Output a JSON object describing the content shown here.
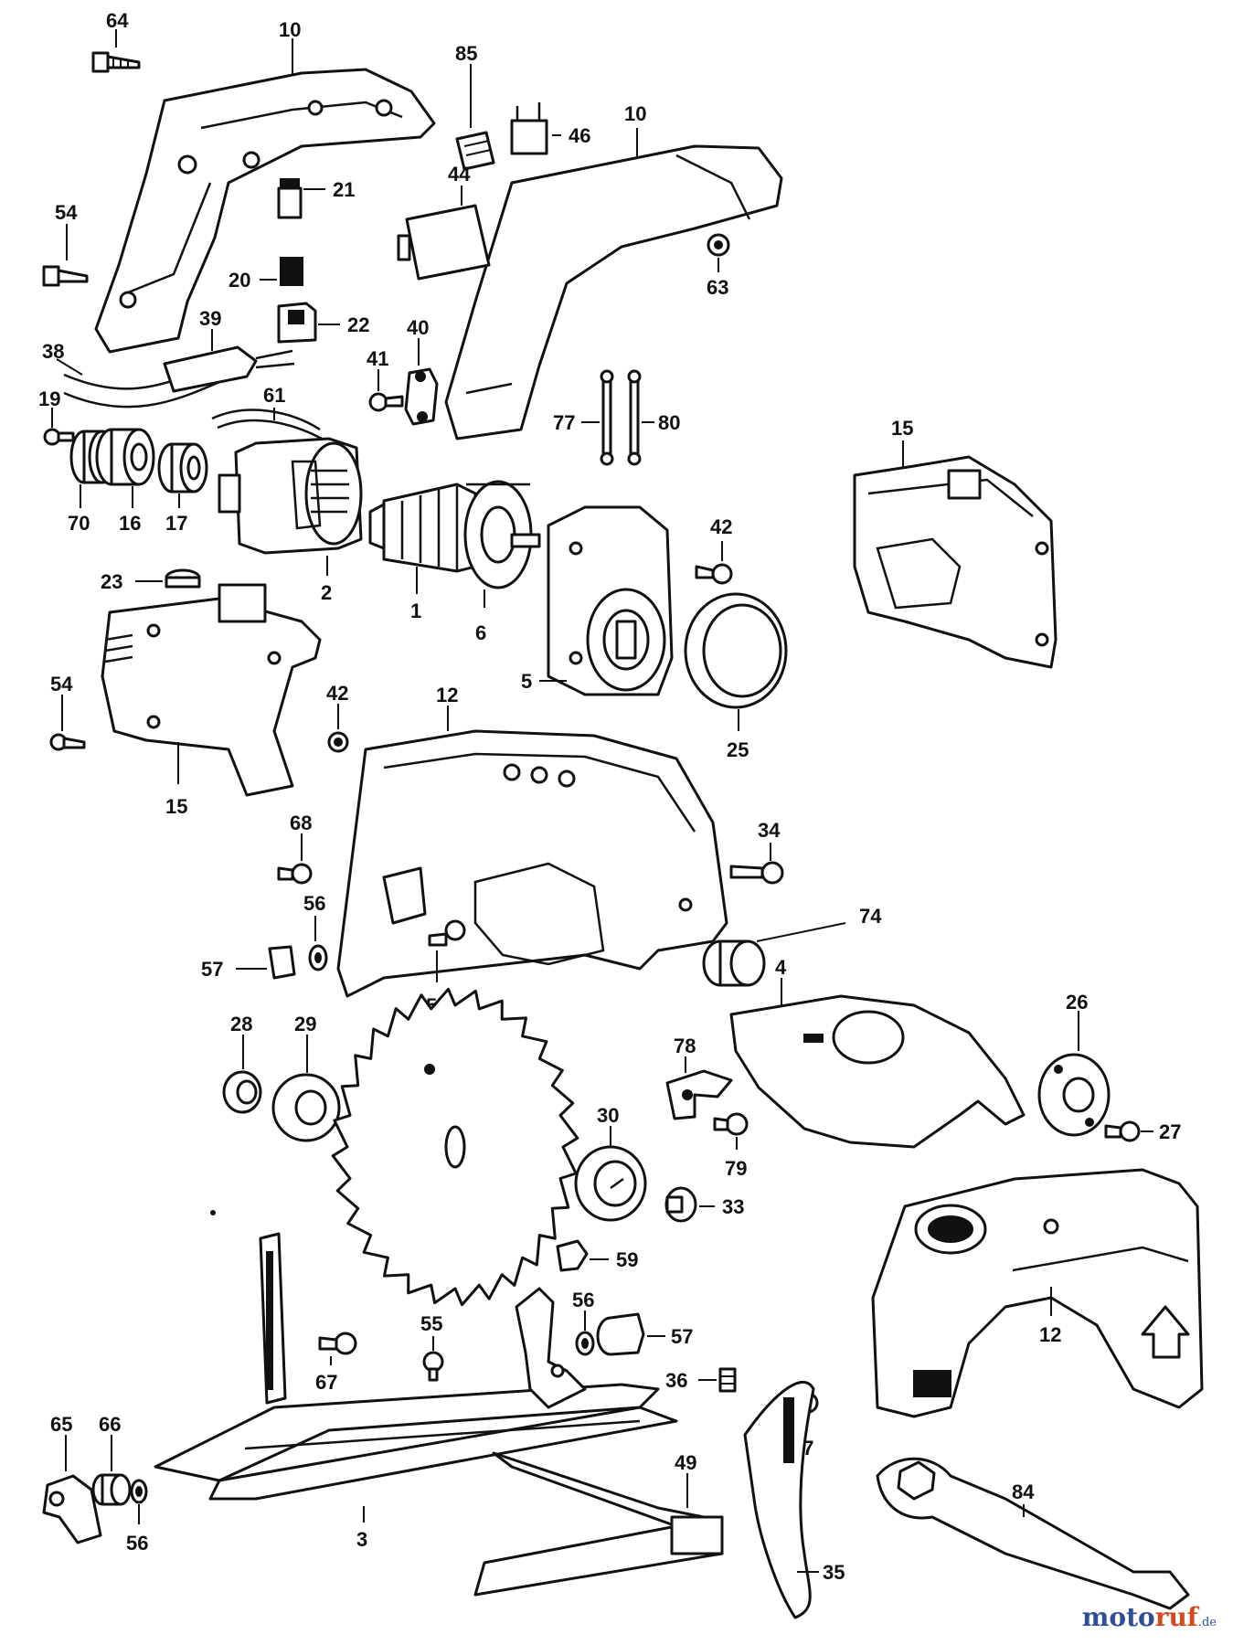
{
  "watermark": {
    "brand": "moto",
    "accent": "ruf",
    "suffix": ".de"
  },
  "colors": {
    "ink": "#111111",
    "paper": "#ffffff",
    "brand_blue": "#2f4d9a",
    "brand_orange": "#d24a1e"
  },
  "part_labels": {
    "p64": "64",
    "p10a": "10",
    "p85": "85",
    "p46": "46",
    "p10b": "10",
    "p21": "21",
    "p44": "44",
    "p54a": "54",
    "p20": "20",
    "p63": "63",
    "p22": "22",
    "p39": "39",
    "p41": "41",
    "p40": "40",
    "p38": "38",
    "p61": "61",
    "p77": "77",
    "p80": "80",
    "p19": "19",
    "p15a": "15",
    "p70": "70",
    "p16": "16",
    "p17": "17",
    "p42a": "42",
    "p2": "2",
    "p1": "1",
    "p6": "6",
    "p23": "23",
    "p5": "5",
    "p54b": "54",
    "p42b": "42",
    "p25": "25",
    "p12a": "12",
    "p15b": "15",
    "p68": "68",
    "p34": "34",
    "p56a": "56",
    "p74": "74",
    "p57a": "57",
    "p55a": "55",
    "p4": "4",
    "p28": "28",
    "p29": "29",
    "p26": "26",
    "p78": "78",
    "p27": "27",
    "p30": "30",
    "p79": "79",
    "p33": "33",
    "p59": "59",
    "p12b": "12",
    "p55b": "55",
    "p56b": "56",
    "p57b": "57",
    "p67": "67",
    "p36": "36",
    "p37": "37",
    "p65": "65",
    "p66": "66",
    "p84": "84",
    "p3": "3",
    "p49": "49",
    "p56c": "56",
    "p35": "35"
  }
}
